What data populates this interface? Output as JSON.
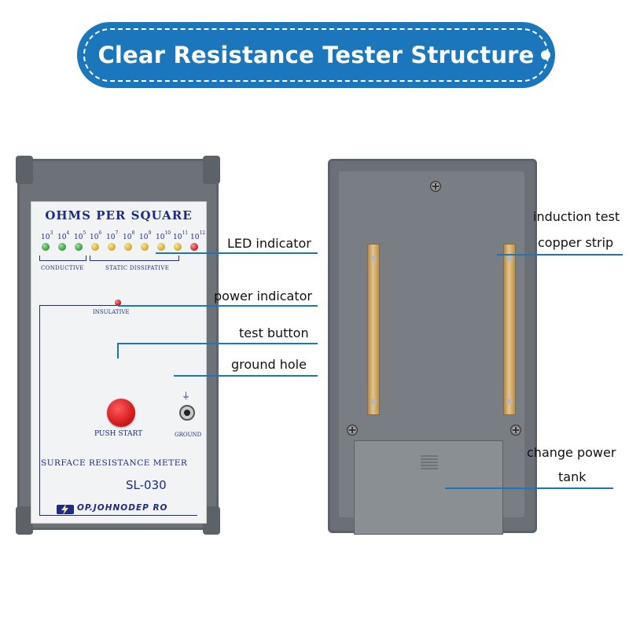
{
  "title": "Clear Resistance Tester Structure",
  "device_front": {
    "panel_title": "OHMS PER SQUARE",
    "exponents": [
      "10",
      "10",
      "10",
      "10",
      "10",
      "10",
      "10",
      "10",
      "10",
      "10"
    ],
    "exponent_powers": [
      "3",
      "4",
      "5",
      "6",
      "7",
      "8",
      "9",
      "10",
      "11",
      "12"
    ],
    "group_conductive": "CONDUCTIVE",
    "group_static": "STATIC DISSIPATIVE",
    "insulative": "INSULATIVE",
    "push_start": "PUSH START",
    "ground": "GROUND",
    "meter_name": "SURFACE RESISTANCE METER",
    "model": "SL-030",
    "brand": "OP.JOHNODEP RO"
  },
  "callouts": {
    "led_indicator": "LED indicator",
    "power_indicator": "power indicator",
    "test_button": "test button",
    "ground_hole": "ground hole",
    "induction_test_1": "induction test",
    "induction_test_2": "copper strip",
    "change_power_1": "change power",
    "change_power_2": "tank"
  },
  "colors": {
    "accent": "#1b76bb",
    "led_green": "#2f9a3a",
    "led_yellow": "#d1a62b",
    "led_red": "#cc1b1b",
    "text_navy": "#1d2a86"
  }
}
